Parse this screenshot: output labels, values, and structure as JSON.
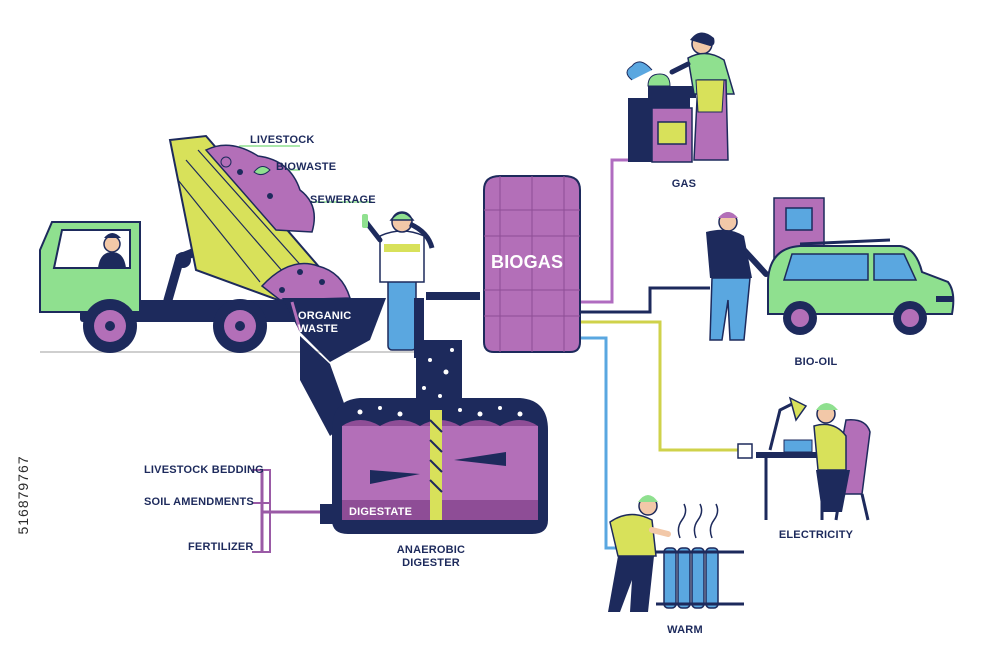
{
  "labels": {
    "livestock": "LIVESTOCK",
    "biowaste": "BIOWASTE",
    "sewerage": "SEWERAGE",
    "organic_waste_line1": "ORGANIC",
    "organic_waste_line2": "WASTE",
    "biogas": "BIOGAS",
    "gas": "GAS",
    "bio_oil": "BIO-OIL",
    "electricity": "ELECTRICITY",
    "warm": "WARM",
    "digestate": "DIGESTATE",
    "anaerobic_line1": "ANAEROBIC",
    "anaerobic_line2": "DIGESTER",
    "livestock_bedding": "LIVESTOCK BEDDING",
    "soil_amendments": "SOIL AMENDMENTS",
    "fertilizer": "FERTILIZER"
  },
  "image_id": "516879767",
  "colors": {
    "navy": "#1d2a5c",
    "purple": "#b36fb8",
    "purple_dark": "#8e4d96",
    "green": "#8fe08f",
    "yellow": "#d8e15a",
    "blue_pipe": "#5aa7e0",
    "violet_pipe": "#b06cc0",
    "yellow_pipe": "#cfd24a"
  }
}
